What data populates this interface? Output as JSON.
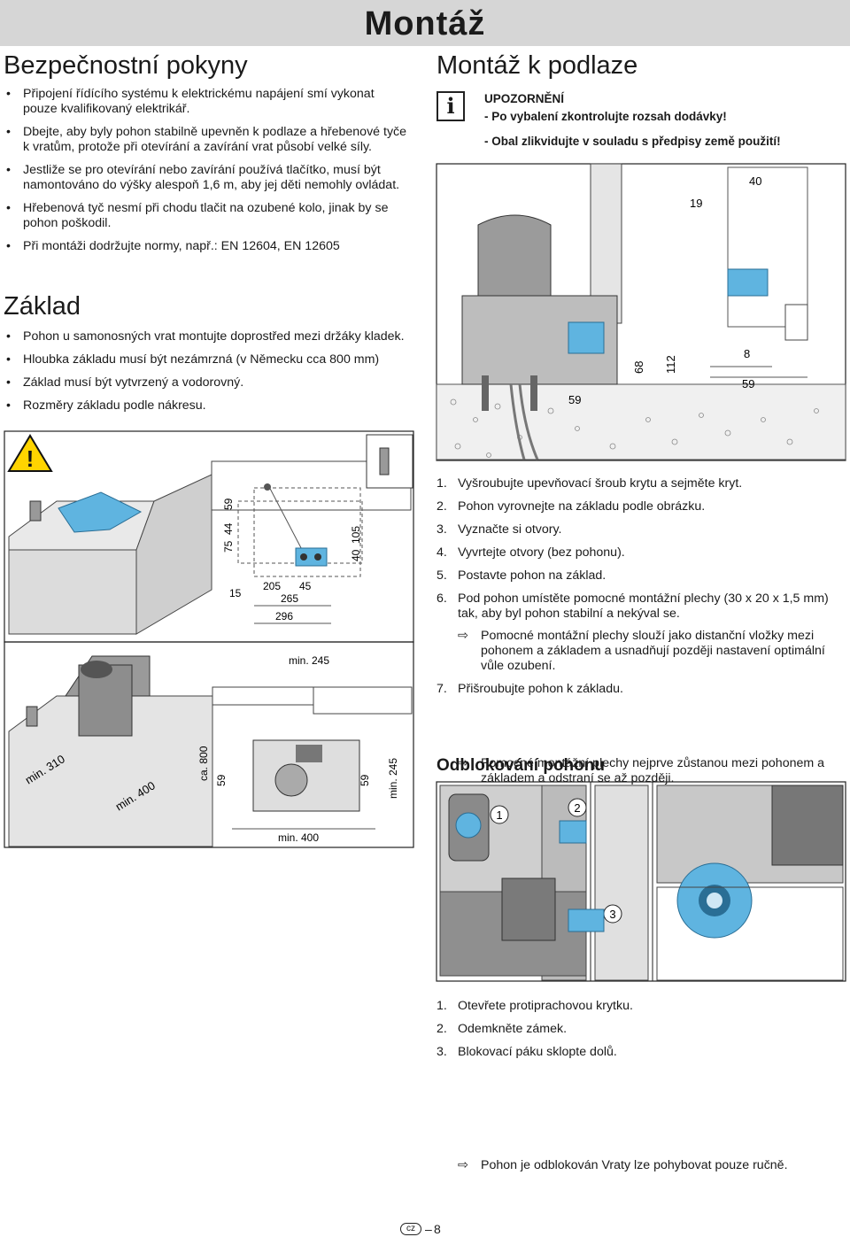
{
  "header": {
    "title": "Montáž"
  },
  "safety": {
    "title": "Bezpečnostní pokyny",
    "items": [
      "Připojení řídícího systému k elektrickému napájení smí vykonat pouze kvalifikovaný elektrikář.",
      "Dbejte, aby byly pohon stabilně upevněn k podlaze a hřebenové tyče k vratům, protože při otevírání a zavírání vrat působí velké síly.",
      "Jestliže se pro otevírání nebo zavírání používá tlačítko, musí být namontováno do výšky alespoň 1,6 m, aby jej děti nemohly ovládat.",
      "Hřebenová tyč nesmí při chodu tlačit na ozubené kolo, jinak by se pohon poškodil.",
      "Při montáži dodržujte normy, např.: EN 12604, EN 12605"
    ]
  },
  "foundation": {
    "title": "Základ",
    "items": [
      "Pohon u samonosných vrat montujte doprostřed mezi držáky kladek.",
      "Hloubka základu musí být nezámrzná (v Německu cca 800 mm)",
      "Základ musí být vytvrzený a vodorovný.",
      "Rozměry základu podle nákresu."
    ]
  },
  "floor_mount": {
    "title": "Montáž k podlaze",
    "notice_heading": "UPOZORNĚNÍ",
    "notice_lines": [
      "- Po vybalení zkontrolujte rozsah dodávky!",
      "- Obal zlikvidujte v souladu s předpisy země použití!"
    ],
    "steps": [
      {
        "num": "1.",
        "text": "Vyšroubujte upevňovací šroub krytu a sejměte kryt."
      },
      {
        "num": "2.",
        "text": "Pohon vyrovnejte na základu podle obrázku."
      },
      {
        "num": "3.",
        "text": "Vyznačte si otvory."
      },
      {
        "num": "4.",
        "text": "Vyvrtejte otvory (bez pohonu)."
      },
      {
        "num": "5.",
        "text": "Postavte pohon na základ."
      },
      {
        "num": "6.",
        "text": "Pod pohon umístěte pomocné montážní plechy (30 x 20 x 1,5 mm) tak, aby byl pohon stabilní a nekýval se."
      }
    ],
    "note_6": "Pomocné montážní plechy slouží jako distanční vložky mezi pohonem a základem a usnadňují později nastavení optimální vůle ozubení.",
    "step_7": {
      "num": "7.",
      "text": "Přišroubujte pohon k základu."
    },
    "note_7": "Pomocné montážní plechy nejprve zůstanou mezi pohonem a základem a odstraní se až později."
  },
  "unlock": {
    "title": "Odblokování pohonu",
    "steps": [
      {
        "num": "1.",
        "text": "Otevřete protiprachovou krytku."
      },
      {
        "num": "2.",
        "text": "Odemkněte zámek."
      },
      {
        "num": "3.",
        "text": "Blokovací páku sklopte dolů."
      }
    ],
    "note": "Pohon je odblokován Vraty lze pohybovat pouze ručně."
  },
  "arrow_symbol": "⇨",
  "figures": {
    "floor": {
      "d40": "40",
      "d19": "19",
      "d8": "8",
      "d59a": "59",
      "d112": "112",
      "d68": "68",
      "d59b": "59"
    },
    "plan": {
      "d59": "59",
      "d44": "44",
      "d75": "75",
      "d105": "105",
      "d40": "40",
      "d15": "15",
      "d205": "205",
      "d45": "45",
      "d265": "265",
      "d296": "296",
      "dmin245": "min. 245"
    },
    "side": {
      "dmin310": "min. 310",
      "dmin400": "min. 400",
      "dca800": "ca. 800",
      "d59a": "59",
      "d59b": "59",
      "dmin245": "min. 245",
      "dmin400b": "min. 400"
    },
    "unlock": {
      "n1": "1",
      "n2": "2",
      "n3": "3"
    }
  },
  "footer": {
    "lang": "cz",
    "page": "8"
  },
  "colors": {
    "header_bg": "#d6d6d6",
    "accent_blue": "#5fb4e0",
    "dark": "#1a1a1a"
  }
}
